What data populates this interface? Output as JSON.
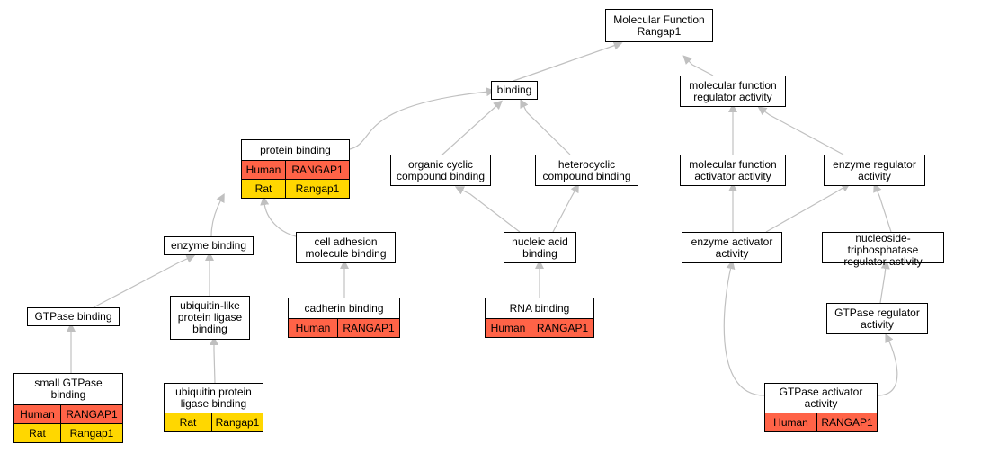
{
  "colors": {
    "human": "#FF6347",
    "rat": "#FFD700",
    "edge": "#c0c0c0",
    "border": "#000000"
  },
  "nodes": {
    "mf": {
      "label": "Molecular Function\nRangap1",
      "rows": []
    },
    "binding": {
      "label": "binding",
      "rows": []
    },
    "mfreg": {
      "label": "molecular function\nregulator activity",
      "rows": []
    },
    "protbind": {
      "label": "protein binding",
      "rows": [
        {
          "species": "Human",
          "gene": "RANGAP1"
        },
        {
          "species": "Rat",
          "gene": "Rangap1"
        }
      ]
    },
    "orgcyc": {
      "label": "organic cyclic\ncompound binding",
      "rows": []
    },
    "hetcyc": {
      "label": "heterocyclic\ncompound binding",
      "rows": []
    },
    "mfact": {
      "label": "molecular function\nactivator activity",
      "rows": []
    },
    "enzreg": {
      "label": "enzyme regulator\nactivity",
      "rows": []
    },
    "enzbind": {
      "label": "enzyme binding",
      "rows": []
    },
    "celladh": {
      "label": "cell adhesion\nmolecule binding",
      "rows": []
    },
    "nucacid": {
      "label": "nucleic acid\nbinding",
      "rows": []
    },
    "enzact": {
      "label": "enzyme activator\nactivity",
      "rows": []
    },
    "ntpreg": {
      "label": "nucleoside-triphosphatase\nregulator activity",
      "rows": []
    },
    "gtpbind": {
      "label": "GTPase binding",
      "rows": []
    },
    "ubqlike": {
      "label": "ubiquitin-like\nprotein ligase\nbinding",
      "rows": []
    },
    "cadherin": {
      "label": "cadherin binding",
      "rows": [
        {
          "species": "Human",
          "gene": "RANGAP1"
        }
      ]
    },
    "rnabind": {
      "label": "RNA binding",
      "rows": [
        {
          "species": "Human",
          "gene": "RANGAP1"
        }
      ]
    },
    "gtpreg": {
      "label": "GTPase regulator\nactivity",
      "rows": []
    },
    "smallgtp": {
      "label": "small GTPase\nbinding",
      "rows": [
        {
          "species": "Human",
          "gene": "RANGAP1"
        },
        {
          "species": "Rat",
          "gene": "Rangap1"
        }
      ]
    },
    "ubqlig": {
      "label": "ubiquitin protein\nligase binding",
      "rows": [
        {
          "species": "Rat",
          "gene": "Rangap1"
        }
      ]
    },
    "gtpact": {
      "label": "GTPase activator\nactivity",
      "rows": [
        {
          "species": "Human",
          "gene": "RANGAP1"
        }
      ]
    }
  },
  "edges": [
    {
      "from": "binding",
      "to": "mf"
    },
    {
      "from": "mfreg",
      "to": "mf"
    },
    {
      "from": "protbind",
      "to": "binding"
    },
    {
      "from": "orgcyc",
      "to": "binding"
    },
    {
      "from": "hetcyc",
      "to": "binding"
    },
    {
      "from": "mfact",
      "to": "mfreg"
    },
    {
      "from": "enzreg",
      "to": "mfreg"
    },
    {
      "from": "enzbind",
      "to": "protbind"
    },
    {
      "from": "celladh",
      "to": "protbind"
    },
    {
      "from": "nucacid",
      "to": "orgcyc"
    },
    {
      "from": "nucacid",
      "to": "hetcyc"
    },
    {
      "from": "enzact",
      "to": "mfact"
    },
    {
      "from": "enzact",
      "to": "enzreg"
    },
    {
      "from": "ntpreg",
      "to": "enzreg"
    },
    {
      "from": "gtpbind",
      "to": "enzbind"
    },
    {
      "from": "ubqlike",
      "to": "enzbind"
    },
    {
      "from": "cadherin",
      "to": "celladh"
    },
    {
      "from": "rnabind",
      "to": "nucacid"
    },
    {
      "from": "gtpreg",
      "to": "ntpreg"
    },
    {
      "from": "smallgtp",
      "to": "gtpbind"
    },
    {
      "from": "ubqlig",
      "to": "ubqlike"
    },
    {
      "from": "gtpact",
      "to": "enzact"
    },
    {
      "from": "gtpact",
      "to": "gtpreg"
    }
  ]
}
